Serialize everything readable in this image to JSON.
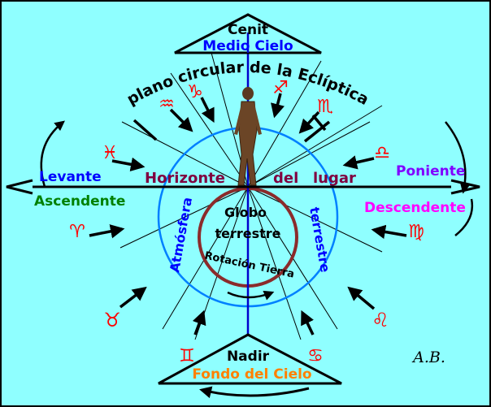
{
  "labels": {
    "cenit": "Cenit",
    "medio_cielo": "Medio Cielo",
    "ecliptica": "plano circular de la Eclíptica",
    "levante": "Levante",
    "ascendente": "Ascendente",
    "poniente": "Poniente",
    "descendente": "Descendente",
    "horizonte": "Horizonte",
    "del": "del",
    "lugar": "lugar",
    "atmosfera": "Atmósfera",
    "terrestre_right": "terrestre",
    "globo": "Globo",
    "terrestre_center": "terrestre",
    "rotacion": "Rotación Tierra",
    "nadir": "Nadir",
    "fondo_cielo": "Fondo del Cielo",
    "signature": "A.B."
  },
  "zodiac": [
    {
      "name": "capricorn",
      "glyph": "♑"
    },
    {
      "name": "sagittarius",
      "glyph": "♐"
    },
    {
      "name": "aquarius",
      "glyph": "♒"
    },
    {
      "name": "scorpio",
      "glyph": "♏"
    },
    {
      "name": "pisces",
      "glyph": "♓"
    },
    {
      "name": "libra",
      "glyph": "♎"
    },
    {
      "name": "aries",
      "glyph": "♈"
    },
    {
      "name": "virgo",
      "glyph": "♍"
    },
    {
      "name": "taurus-left",
      "glyph": "♉"
    },
    {
      "name": "leo",
      "glyph": "♌"
    },
    {
      "name": "gemini",
      "glyph": "♊"
    },
    {
      "name": "cancer",
      "glyph": "♋"
    }
  ],
  "colors": {
    "background": "#8fffff",
    "zodiac": "#ff0000",
    "horizon_label": "#800040",
    "levante": "#0000ff",
    "ascendente": "#008000",
    "poniente": "#8000ff",
    "descendente": "#ff00ff",
    "medio_cielo": "#0000ff",
    "fondo_cielo": "#ff8000",
    "atmosphere_ring": "#0080ff",
    "globe_ring": "#8b2b2b"
  }
}
